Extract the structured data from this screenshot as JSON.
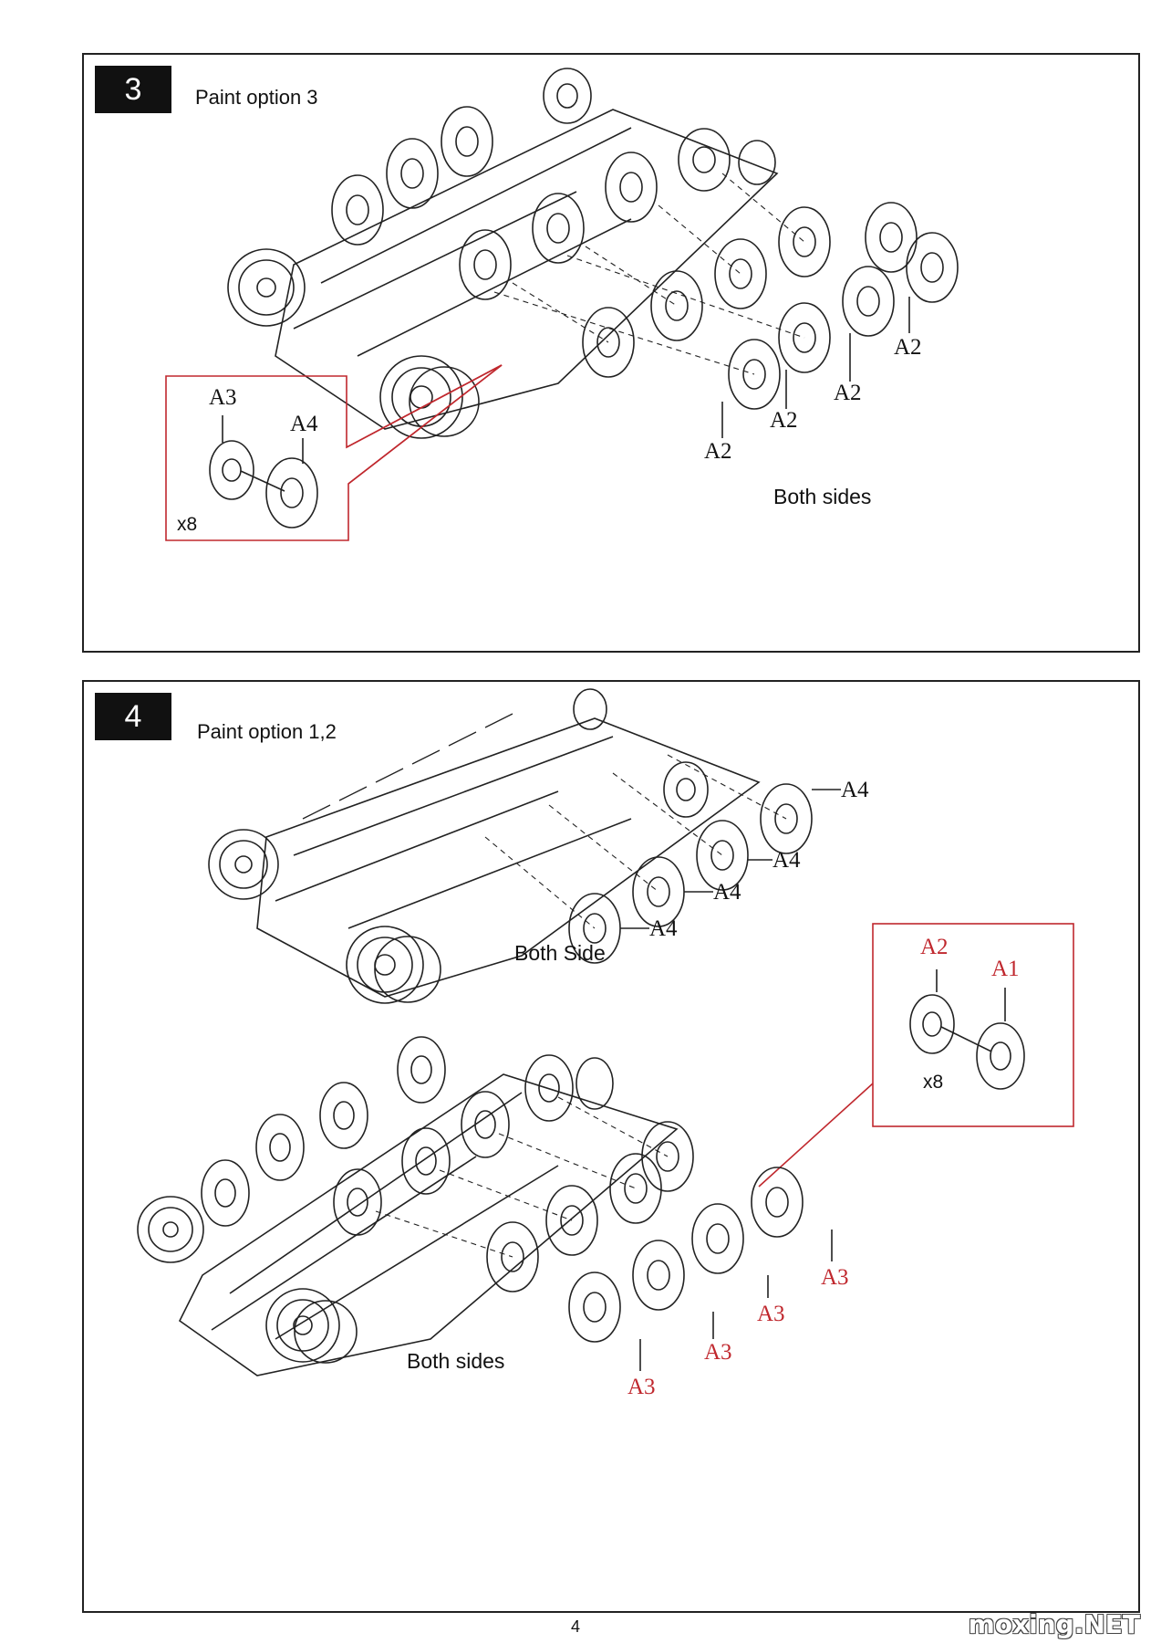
{
  "steps": [
    {
      "number": "3",
      "paint_option": "Paint option 3",
      "callout_parts": [
        "A3",
        "A4"
      ],
      "callout_qty": "x8",
      "wheel_labels": [
        "A2",
        "A2",
        "A2",
        "A2"
      ],
      "note": "Both sides"
    },
    {
      "number": "4",
      "paint_option": "Paint option 1,2",
      "upper_wheel_labels": [
        "A4",
        "A4",
        "A4",
        "A4"
      ],
      "upper_note": "Both Side",
      "callout_parts": [
        "A2",
        "A1"
      ],
      "callout_qty": "x8",
      "lower_wheel_labels": [
        "A3",
        "A3",
        "A3",
        "A3"
      ],
      "lower_note": "Both sides"
    }
  ],
  "page_number": "4",
  "watermark": "moxing.NET",
  "colors": {
    "callout": "#c0282e",
    "ink": "#222222"
  }
}
